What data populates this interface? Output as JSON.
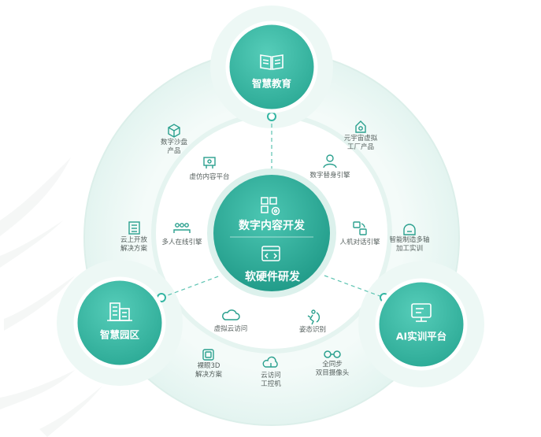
{
  "center": {
    "title_top": "数字内容开发",
    "title_bottom": "软硬件研发"
  },
  "hubs": {
    "top": "智慧教育",
    "left": "智慧园区",
    "right": "AI实训平台"
  },
  "inner_items": {
    "virtual_content": "虚仿内容平台",
    "digital_avatar": "数字替身引擎",
    "multi_online": "多人在线引擎",
    "dialogue": "人机对话引擎",
    "cloud_visit": "虚拟云访问",
    "pose": "姿态识别"
  },
  "outer_items": {
    "sandbox": "数字沙盘\n产品",
    "metaverse": "元宇宙虚拟\n工厂产品",
    "cloud_open": "云上开放\n解决方案",
    "smart_mfg": "智能制造多轴\n加工实训",
    "naked_3d": "裸眼3D\n解决方案",
    "cloud_ipc": "云访问\n工控机",
    "binocular": "全同步\n双目摄像头"
  },
  "colors": {
    "primary": "#33b5a2",
    "primary_dark": "#239e8d",
    "ring_light": "#e9f6f3",
    "ring_mid": "#dcf1ec",
    "label_text": "#555f5d"
  }
}
